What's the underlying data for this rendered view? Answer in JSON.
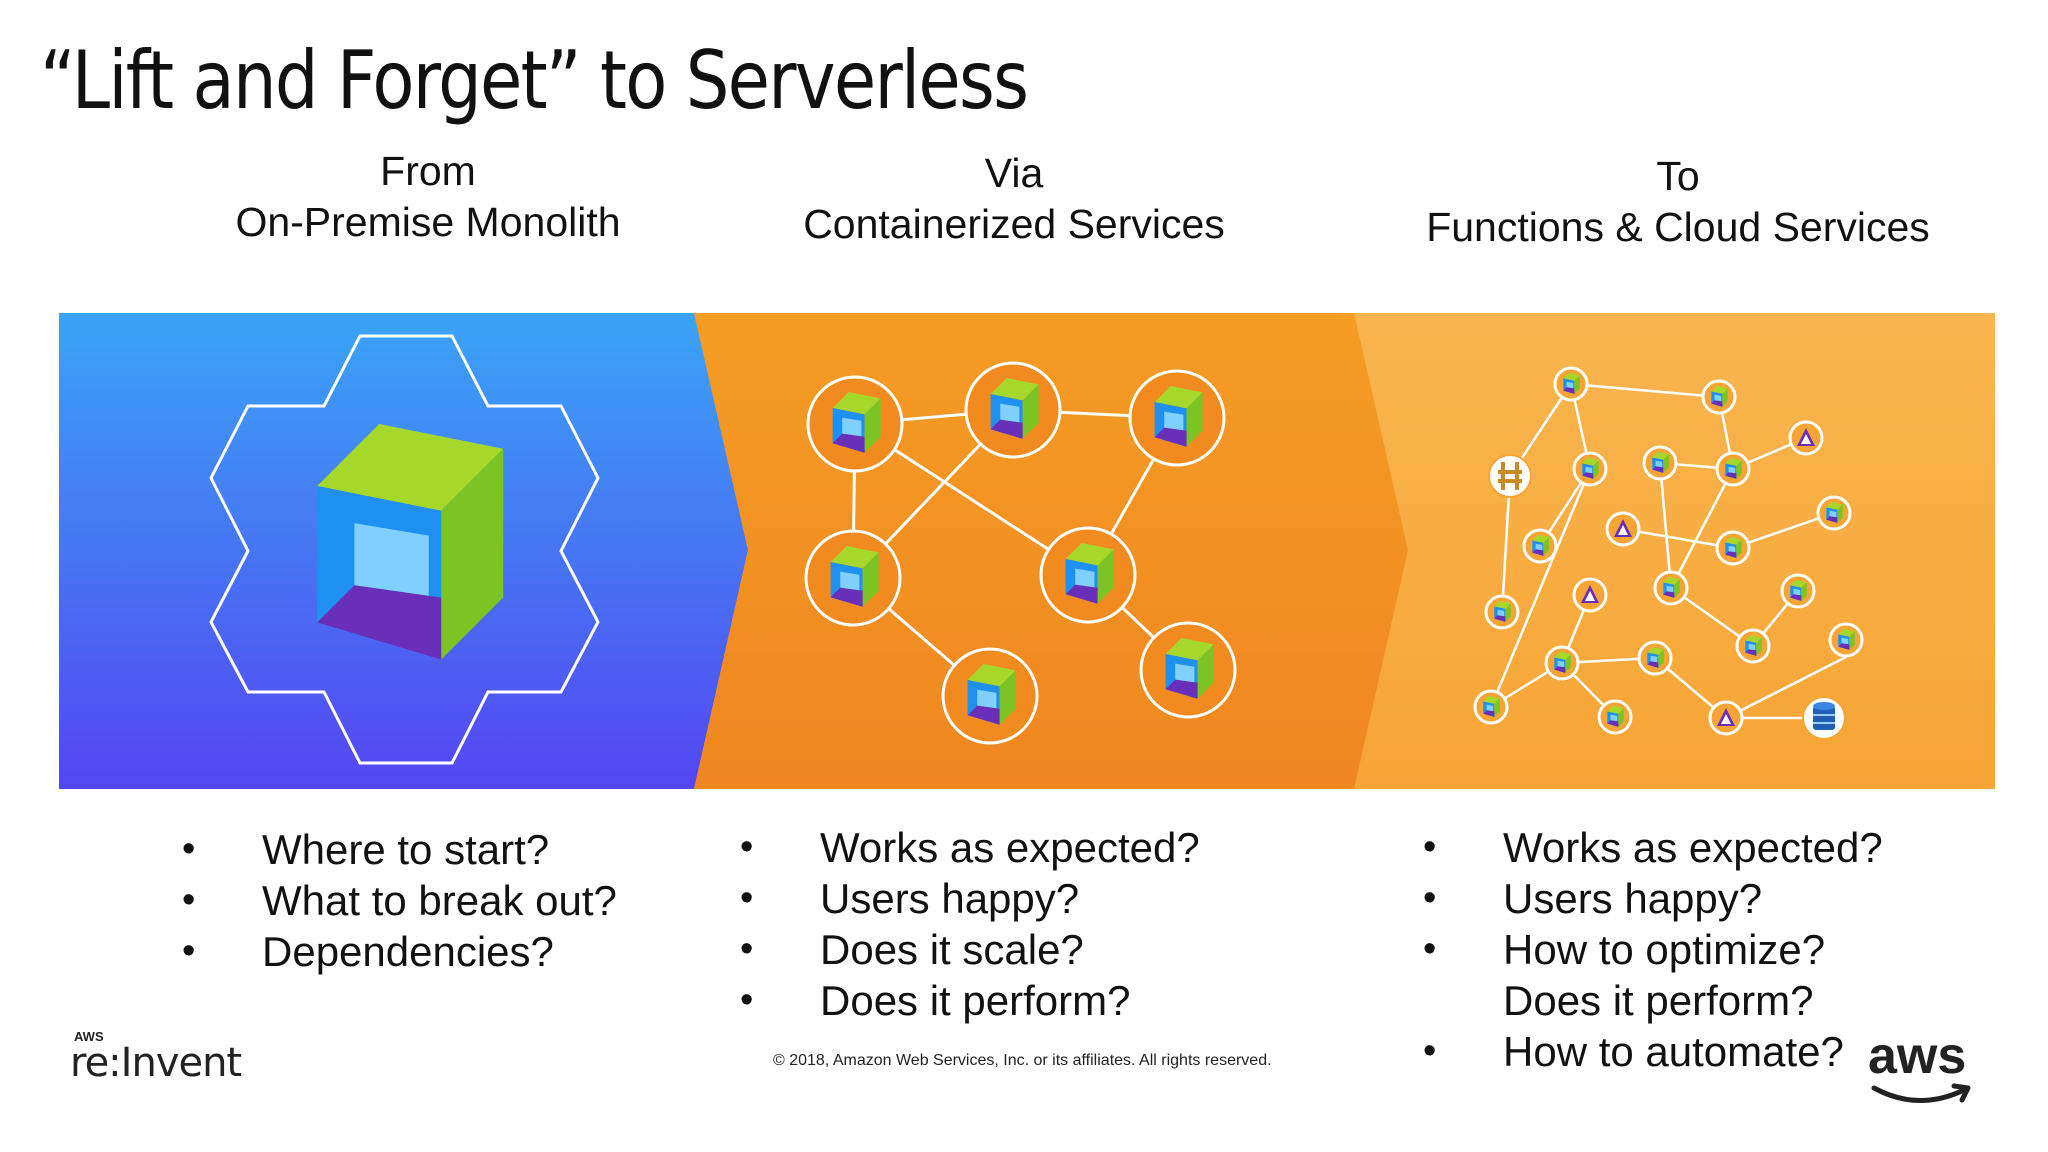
{
  "title": "“Lift and Forget” to Serverless",
  "columns": [
    {
      "heading_line1": "From",
      "heading_line2": "On-Premise Monolith",
      "bullets": [
        "Where to start?",
        "What to break out?",
        "Dependencies?"
      ]
    },
    {
      "heading_line1": "Via",
      "heading_line2": "Containerized Services",
      "bullets": [
        "Works as expected?",
        "Users happy?",
        "Does it scale?",
        "Does it perform?"
      ]
    },
    {
      "heading_line1": "To",
      "heading_line2": "Functions & Cloud Services",
      "bullets": [
        "Works as expected?",
        "Users happy?",
        "How to optimize?",
        "Does it perform?",
        "How to automate?"
      ]
    }
  ],
  "footer": {
    "copyright": "© 2018, Amazon Web Services, Inc. or its affiliates. All rights reserved.",
    "reinvent_small": "AWS",
    "reinvent_text": "re:Invent",
    "aws_logo_text": "aws"
  },
  "colors": {
    "panel_blue_top": "#3aa0f5",
    "panel_blue_bottom": "#5046f0",
    "panel_orange": "#f2931f",
    "panel_light_orange": "#f8b04a",
    "cube_green": "#9ed42a",
    "cube_blue": "#1f8ff0",
    "cube_purple": "#6a2fb8"
  }
}
